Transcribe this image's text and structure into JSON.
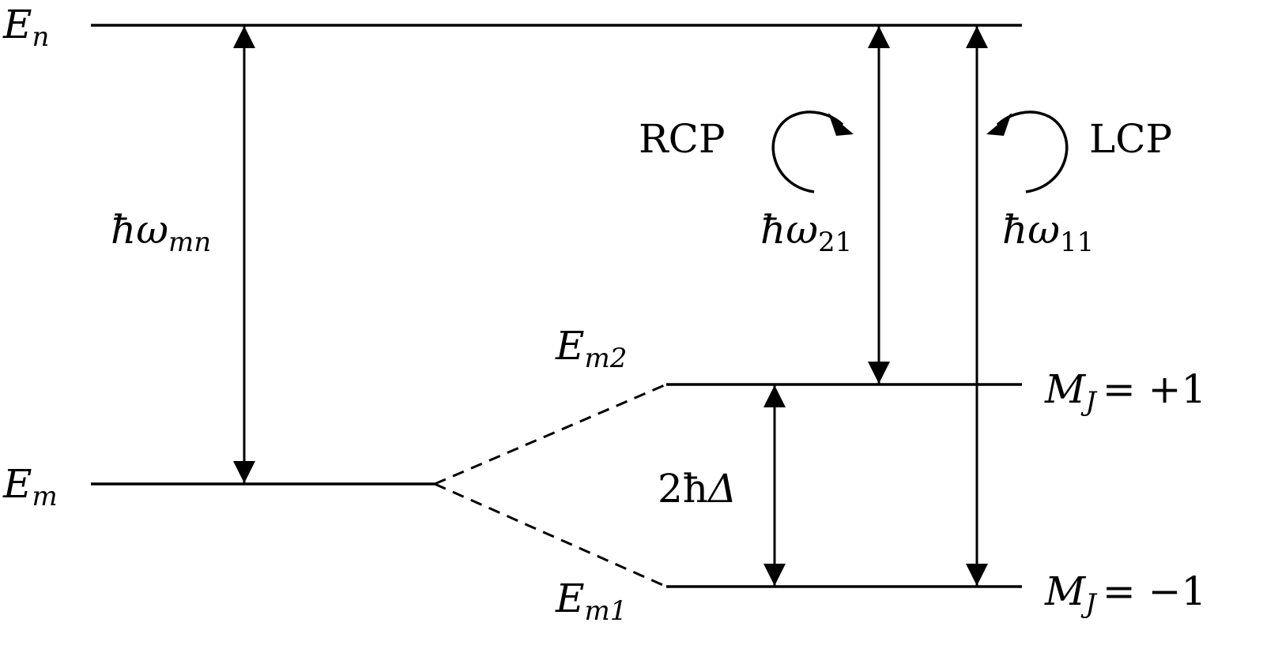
{
  "diagram": {
    "levels": {
      "en": {
        "main": "E",
        "sub": "n"
      },
      "em": {
        "main": "E",
        "sub": "m"
      },
      "em2": {
        "main": "E",
        "sub": "m2"
      },
      "em1": {
        "main": "E",
        "sub": "m1"
      }
    },
    "transitions": {
      "mn": {
        "main": "ħω",
        "sub": "mn"
      },
      "w21": {
        "main": "ħω",
        "sub": "21"
      },
      "w11": {
        "main": "ħω",
        "sub": "11"
      },
      "split": {
        "pre": "2ħ",
        "sym": "Δ"
      }
    },
    "polarization": {
      "rcp": "RCP",
      "lcp": "LCP"
    },
    "states": {
      "plus": {
        "m": "M",
        "sub": "J",
        "rel": "= +1"
      },
      "minus": {
        "m": "M",
        "sub": "J",
        "rel": "= −1"
      }
    }
  }
}
